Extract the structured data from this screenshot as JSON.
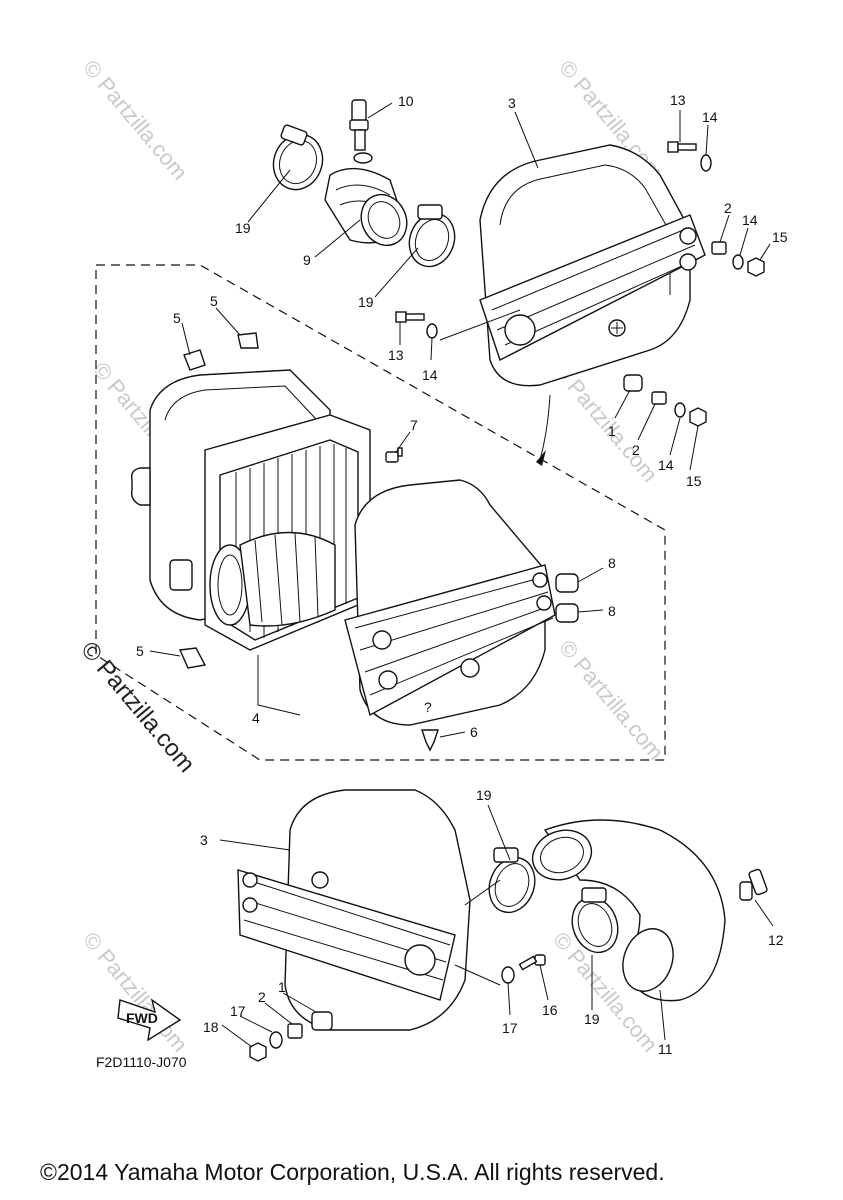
{
  "callouts": {
    "c10": "10",
    "c3a": "3",
    "c13a": "13",
    "c14a": "14",
    "c19a": "19",
    "c9": "9",
    "c19b": "19",
    "c2a": "2",
    "c14b": "14",
    "c15a": "15",
    "c13b": "13",
    "c14c": "14",
    "c5a": "5",
    "c5b": "5",
    "c7": "7",
    "c1a": "1",
    "c2b": "2",
    "c14d": "14",
    "c15b": "15",
    "c8a": "8",
    "c8b": "8",
    "c5c": "5",
    "c4": "4",
    "c6": "6",
    "c19c": "19",
    "c3b": "3",
    "c12": "12",
    "c16": "16",
    "c17a": "17",
    "c19d": "19",
    "c11": "11",
    "c2c": "2",
    "c1b": "1",
    "c17b": "17",
    "c18": "18"
  },
  "question_mark": "?",
  "fwd_label": "FWD",
  "diagram_code": "F2D1110-J070",
  "watermark_text": "© Partzilla.com",
  "copyright": "©2014 Yamaha Motor Corporation, U.S.A. All rights reserved."
}
